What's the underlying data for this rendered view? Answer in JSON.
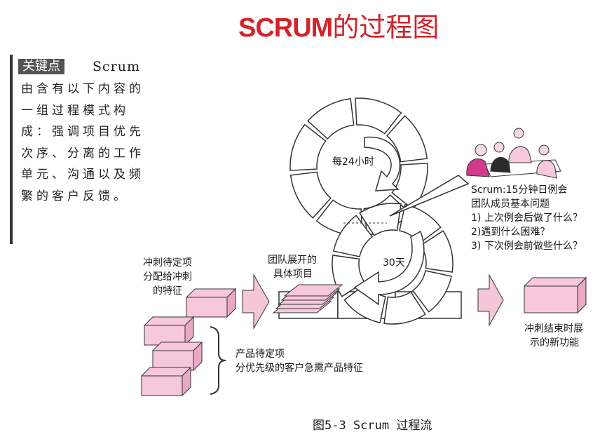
{
  "title": {
    "part1": "SCRUM",
    "part2": "的过程图"
  },
  "key_point": {
    "tag": "关键点",
    "title": "Scrum",
    "body": "由含有以下内容的一组过程模式构成：强调项目优先次序、分离的工作单元、沟通以及频繁的客户反馈。"
  },
  "diagram": {
    "cycle_24h": "每24小时",
    "cycle_30d": "30天",
    "meeting_title": "Scrum:15分钟日例会",
    "meeting_sub": "团队成员基本问题",
    "questions": [
      "1) 上次例会后做了什么？",
      "2)遇到什么困难？",
      "3) 下次例会前做些什么？"
    ],
    "sprint_backlog": [
      "冲刺待定项",
      "分配给冲刺",
      "的特征"
    ],
    "team_tasks": [
      "团队展开的",
      "具体项目"
    ],
    "product_backlog": [
      "产品待定项",
      "分优先级的客户急需产品特征"
    ],
    "new_function": [
      "冲刺结束时展",
      "示的新功能"
    ]
  },
  "caption": "图5-3 Scrum 过程流",
  "colors": {
    "title_red": "#d3222a",
    "box_pink": "#f7c8dc",
    "box_side": "#e9a9c4",
    "arrow_pink": "#f5c6d8"
  }
}
